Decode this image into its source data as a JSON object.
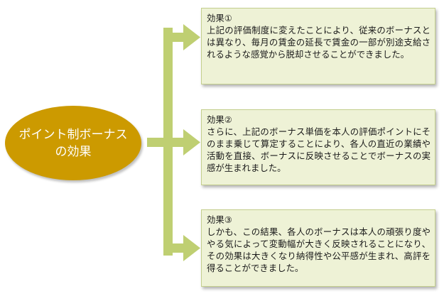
{
  "diagram": {
    "center": {
      "label": "ポイント制ボーナス\nの効果"
    },
    "effects": [
      {
        "title": "効果①",
        "text": "上記の評価制度に変えたことにより、従来のボーナスとは異なり、毎月の賃金の延長で賃金の一部が別途支給されるような感覚から脱却させることができました。"
      },
      {
        "title": "効果②",
        "text": "さらに、上記のボーナス単価を本人の評価ポイントにそのまま乗じて算定することにより、各人の直近の業績や活動を直接、ボーナスに反映させることでボーナスの実感が生まれました。"
      },
      {
        "title": "効果③",
        "text": "しかも、この結果、各人のボーナスは本人の頑張り度ややる気によって変動幅が大きく反映されることになり、その効果は大きくなり納得性や公平感が生まれ、高評を得ることができました。"
      }
    ],
    "colors": {
      "center_fill": "#cc9a00",
      "center_text": "#ffffff",
      "connector": "#bfcf72",
      "box_fill": "#eef2d6",
      "box_border": "#c4cf8d"
    }
  }
}
